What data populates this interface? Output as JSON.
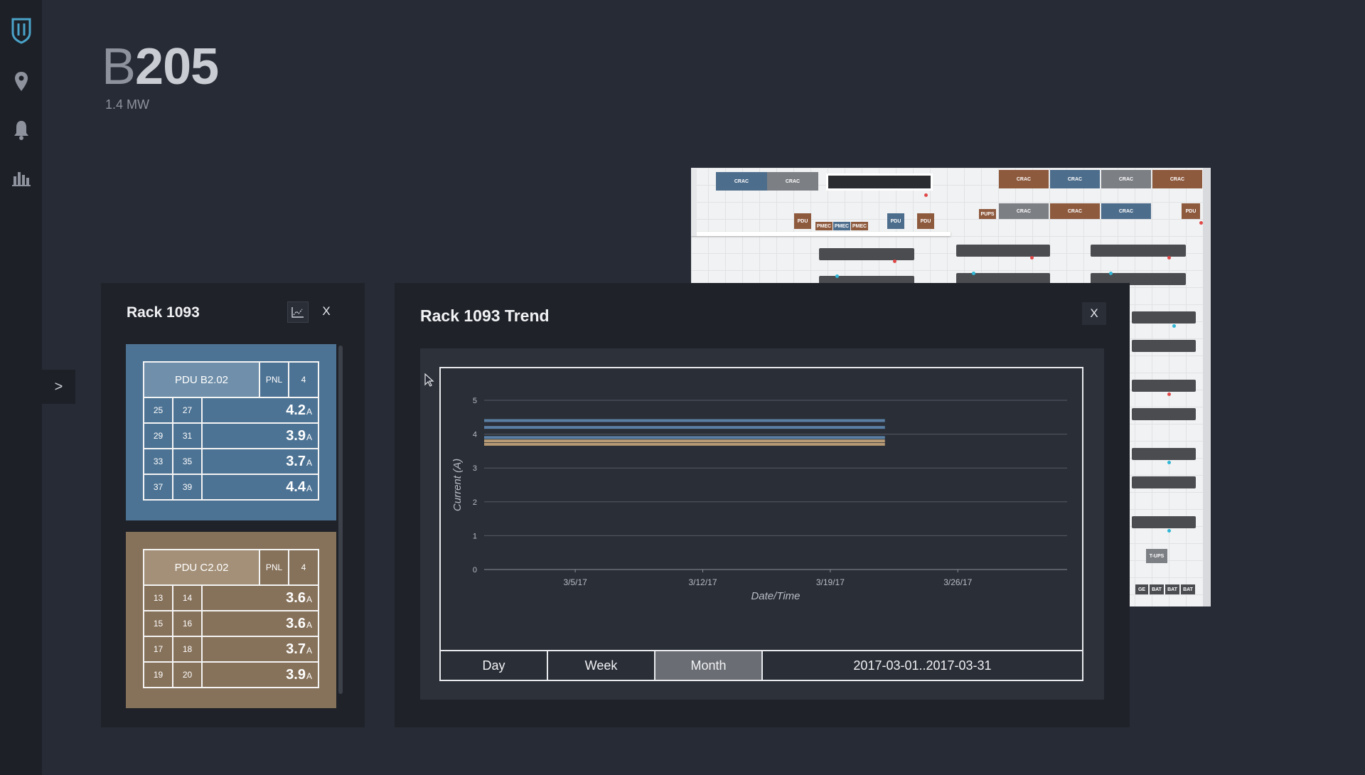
{
  "site": {
    "prefix": "B",
    "number": "205",
    "capacity": "1.4 MW"
  },
  "sidebar": {
    "icons": [
      "shield-logo-icon",
      "location-pin-icon",
      "bell-icon",
      "bar-chart-icon"
    ]
  },
  "expand": {
    "label": ">"
  },
  "floorplan": {
    "crac_labels": [
      "CRAC",
      "CRAC",
      "CRAC",
      "CRAC",
      "CRAC",
      "CRAC",
      "CRAC",
      "CRAC",
      "CRAC"
    ],
    "small_labels": [
      "PDU",
      "PMEC",
      "PMEC",
      "PMEC",
      "PDU",
      "PDU",
      "PUPS",
      "PDU",
      "T-UPS",
      "GE",
      "BAT",
      "BAT",
      "BAT"
    ],
    "colors": {
      "blue": "#4d6d8c",
      "grey": "#7c7f84",
      "brown": "#8e5a3e"
    }
  },
  "rack_panel": {
    "title": "Rack 1093",
    "close": "X",
    "pdus": [
      {
        "name": "PDU B2.02",
        "pnl": "PNL",
        "pnl_num": "4",
        "rows": [
          {
            "a": "25",
            "b": "27",
            "value": "4.2",
            "unit": "A"
          },
          {
            "a": "29",
            "b": "31",
            "value": "3.9",
            "unit": "A"
          },
          {
            "a": "33",
            "b": "35",
            "value": "3.7",
            "unit": "A"
          },
          {
            "a": "37",
            "b": "39",
            "value": "4.4",
            "unit": "A"
          }
        ]
      },
      {
        "name": "PDU C2.02",
        "pnl": "PNL",
        "pnl_num": "4",
        "rows": [
          {
            "a": "13",
            "b": "14",
            "value": "3.6",
            "unit": "A"
          },
          {
            "a": "15",
            "b": "16",
            "value": "3.6",
            "unit": "A"
          },
          {
            "a": "17",
            "b": "18",
            "value": "3.7",
            "unit": "A"
          },
          {
            "a": "19",
            "b": "20",
            "value": "3.9",
            "unit": "A"
          }
        ]
      }
    ]
  },
  "trend_panel": {
    "title": "Rack 1093 Trend",
    "close": "X",
    "range_buttons": [
      "Day",
      "Week",
      "Month"
    ],
    "active_range": "Month",
    "date_range": "2017-03-01..2017-03-31"
  },
  "chart_data": {
    "type": "line",
    "xlabel": "Date/Time",
    "ylabel": "Current (A)",
    "ylim": [
      0,
      5
    ],
    "yticks": [
      "0",
      "1",
      "2",
      "3",
      "4",
      "5"
    ],
    "xticks": [
      "3/5/17",
      "3/12/17",
      "3/19/17",
      "3/26/17"
    ],
    "xlim": [
      "2017-02-28",
      "2017-04-01"
    ],
    "data_x_range": [
      "2017-02-28",
      "2017-03-22"
    ],
    "grid": true,
    "series": [
      {
        "values": [
          4.2,
          4.2
        ],
        "color": "#5a7fa3"
      },
      {
        "values": [
          3.9,
          3.9
        ],
        "color": "#5a7fa3"
      },
      {
        "values": [
          3.8,
          3.8
        ],
        "color": "#b79a74"
      },
      {
        "values": [
          3.7,
          3.7
        ],
        "color": "#b79a74"
      },
      {
        "values": [
          4.4,
          4.4
        ],
        "color": "#5a7fa3"
      }
    ]
  }
}
